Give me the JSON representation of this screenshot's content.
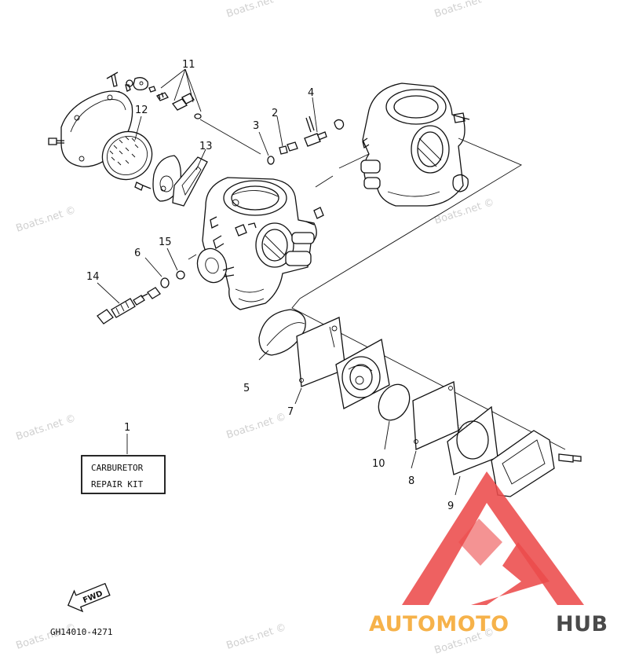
{
  "watermark": "Boats.net ©",
  "callouts": [
    "1",
    "2",
    "3",
    "4",
    "5",
    "6",
    "7",
    "8",
    "9",
    "10",
    "11",
    "12",
    "13",
    "14",
    "15"
  ],
  "kit_label": {
    "line1": "CARBURETOR",
    "line2": "REPAIR  KIT"
  },
  "fwd_label": "FWD",
  "diagram_code": "GH14010-4271",
  "logo": {
    "part1": "AUTOMOTO",
    "part2": "HUB",
    "color_red": "#ec4b4b",
    "color_orange": "#f6b24a",
    "color_dark": "#4a4a4a"
  }
}
